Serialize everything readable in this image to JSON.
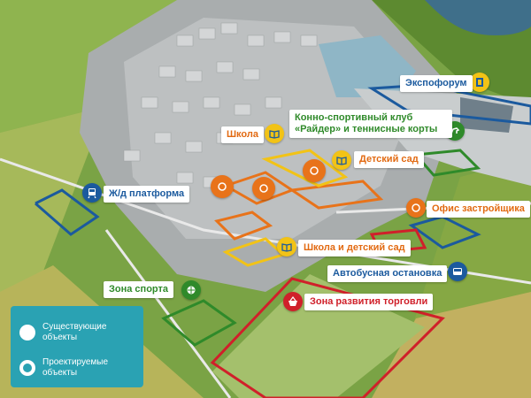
{
  "colors": {
    "orange": "#e8731a",
    "yellow": "#f2c316",
    "green": "#2f8a2a",
    "blue": "#1b5a9e",
    "red": "#d0202a",
    "legend_bg": "#2aa2b3"
  },
  "labels": {
    "expoforum": "Экспофорум",
    "horse_club": "Конно-спортивный клуб «Райдер» и теннисные корты",
    "school": "Школа",
    "kindergarten": "Детский сад",
    "railway": "Ж/д платформа",
    "developer_office": "Офис застройщика",
    "school_kindergarten": "Школа и детский сад",
    "bus_stop": "Автобусная остановка",
    "sport_zone": "Зона спорта",
    "retail_zone": "Зона развития торговли"
  },
  "icons": {
    "expoforum": "expoforum-logo-icon",
    "horse_club": "horse-icon",
    "school": "book-icon",
    "kindergarten": "book-icon",
    "railway": "train-icon",
    "developer_office": "developer-logo-icon",
    "school_kindergarten": "book-icon",
    "bus_stop": "bus-icon",
    "sport_zone": "sport-icon",
    "retail_zone": "shopping-basket-icon"
  },
  "legend": {
    "existing": "Существующие объекты",
    "planned": "Проектируемые объекты"
  }
}
